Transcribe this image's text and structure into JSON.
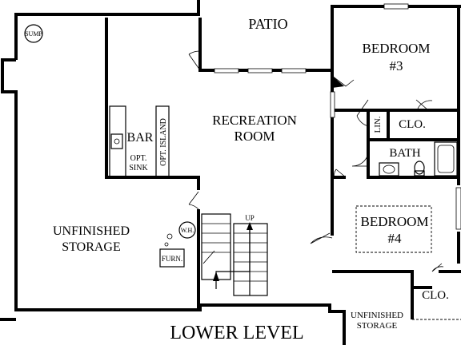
{
  "plan_title": "LOWER LEVEL",
  "rooms": {
    "patio": "PATIO",
    "bedroom3_line1": "BEDROOM",
    "bedroom3_line2": "#3",
    "recreation_line1": "RECREATION",
    "recreation_line2": "ROOM",
    "bedroom4_line1": "BEDROOM",
    "bedroom4_line2": "#4",
    "unfinished_line1": "UNFINISHED",
    "unfinished_line2": "STORAGE",
    "unfinished_small_line1": "UNFINISHED",
    "unfinished_small_line2": "STORAGE",
    "bar": "BAR",
    "bath": "BATH",
    "closet_top": "CLO.",
    "closet_bottom": "CLO.",
    "linen": "LIN."
  },
  "fixtures": {
    "sump": "SUMP",
    "opt_sink_line1": "OPT.",
    "opt_sink_line2": "SINK",
    "opt_island": "OPT. ISLAND",
    "water_heater": "W.H.",
    "furnace": "FURN.",
    "stairs_up": "UP"
  }
}
